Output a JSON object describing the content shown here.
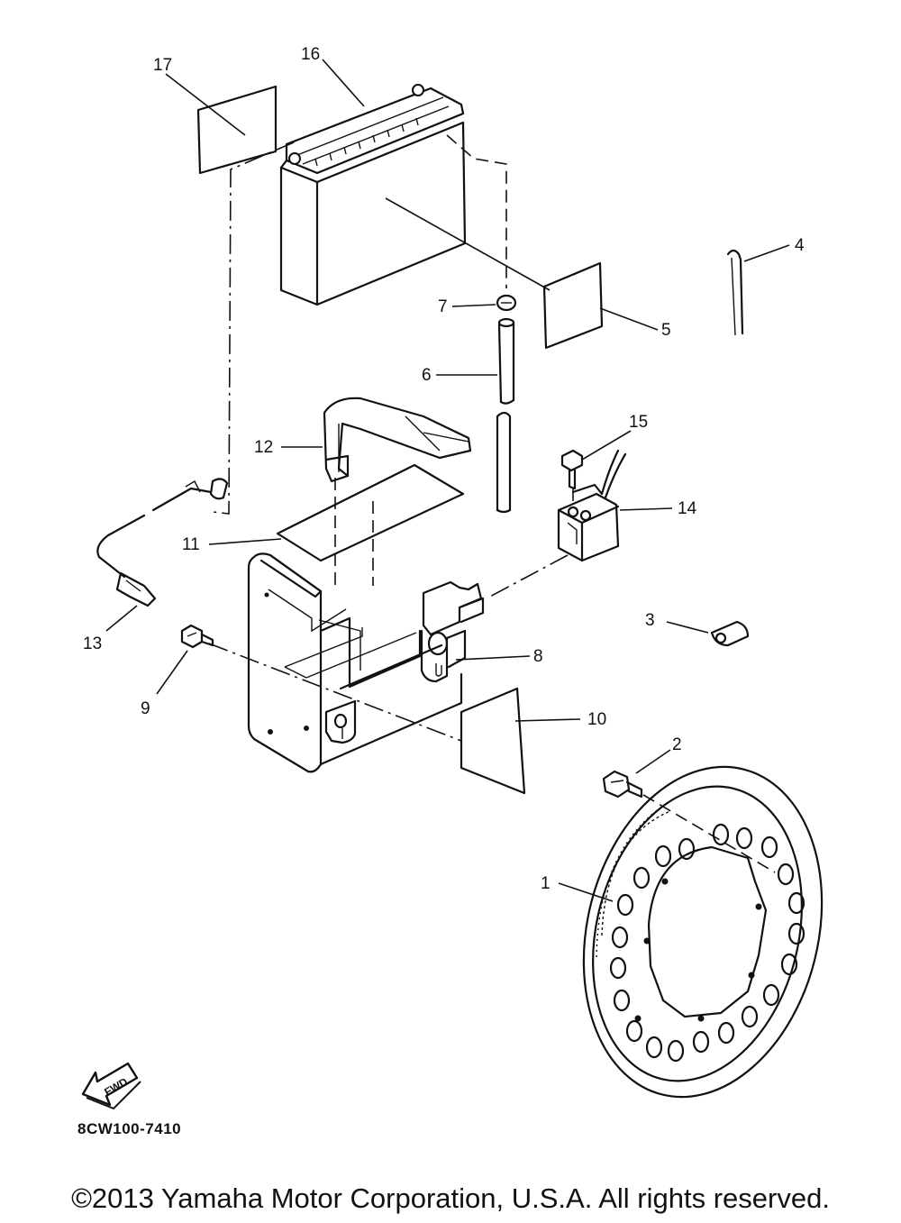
{
  "callouts": {
    "c1": "1",
    "c2": "2",
    "c3": "3",
    "c4": "4",
    "c5": "5",
    "c6": "6",
    "c7": "7",
    "c8": "8",
    "c9": "9",
    "c10": "10",
    "c11": "11",
    "c12": "12",
    "c13": "13",
    "c14": "14",
    "c15": "15",
    "c16": "16",
    "c17": "17"
  },
  "fwd_label": "FWD",
  "diagram_code": "8CW100-7410",
  "copyright": "©2013 Yamaha Motor Corporation, U.S.A. All rights reserved."
}
